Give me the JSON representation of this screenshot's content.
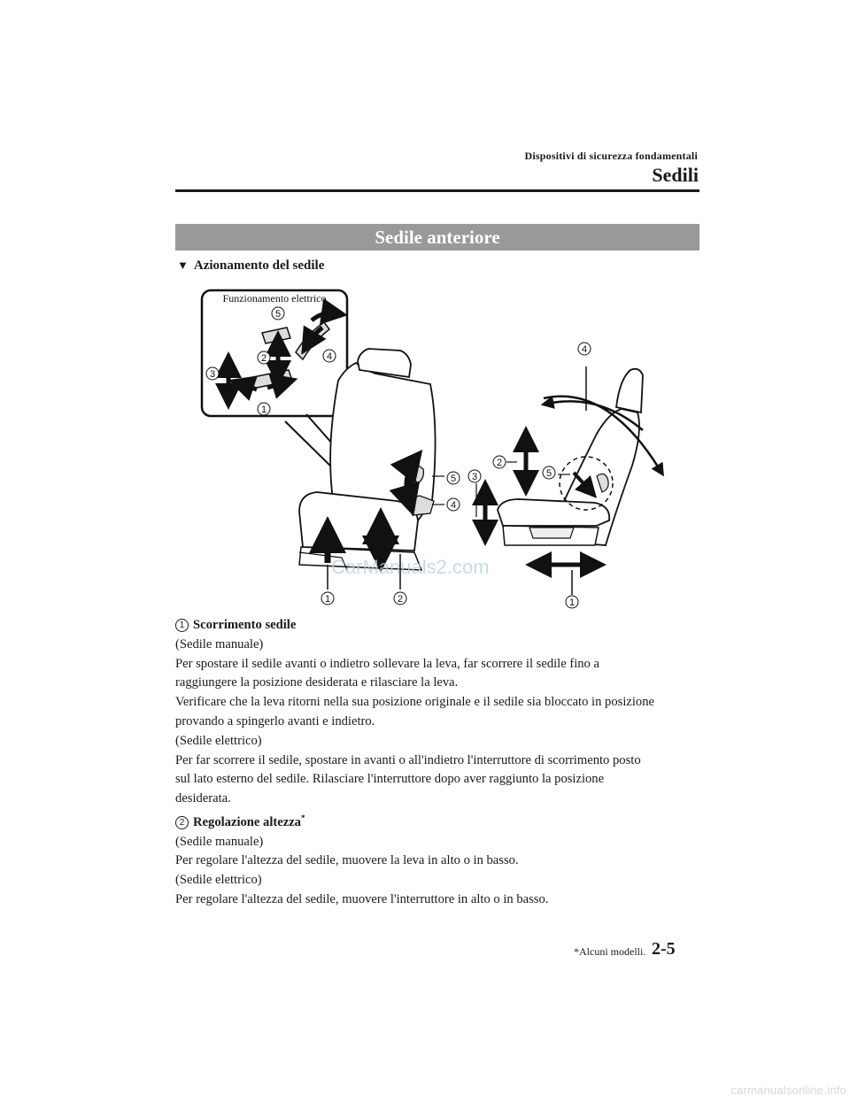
{
  "header": {
    "chapter": "Dispositivi di sicurezza fondamentali",
    "section": "Sedili"
  },
  "section_title": "Sedile anteriore",
  "subheading": {
    "marker": "▼",
    "text": "Azionamento del sedile"
  },
  "figure": {
    "inset_label": "Funzionamento elettrico",
    "callouts": [
      "1",
      "2",
      "3",
      "4",
      "5"
    ],
    "watermark": "CarManuals2.com"
  },
  "items": [
    {
      "number": "1",
      "title": "Scorrimento sedile",
      "lines": [
        "(Sedile manuale)",
        "Per spostare il sedile avanti o indietro sollevare la leva, far scorrere il sedile fino a",
        "raggiungere la posizione desiderata e rilasciare la leva.",
        "Verificare che la leva ritorni nella sua posizione originale e il sedile sia bloccato in posizione",
        "provando a spingerlo avanti e indietro.",
        "(Sedile elettrico)",
        "Per far scorrere il sedile, spostare in avanti o all'indietro l'interruttore di scorrimento posto",
        "sul lato esterno del sedile. Rilasciare l'interruttore dopo aver raggiunto la posizione",
        "desiderata."
      ]
    },
    {
      "number": "2",
      "title": "Regolazione altezza",
      "title_mark": "*",
      "lines": [
        "(Sedile manuale)",
        "Per regolare l'altezza del sedile, muovere la leva in alto o in basso.",
        "(Sedile elettrico)",
        "Per regolare l'altezza del sedile, muovere l'interruttore in alto o in basso."
      ]
    }
  ],
  "footer": {
    "note": "*Alcuni modelli.",
    "page": "2-5"
  },
  "site_watermark": "carmanualsonline.info"
}
